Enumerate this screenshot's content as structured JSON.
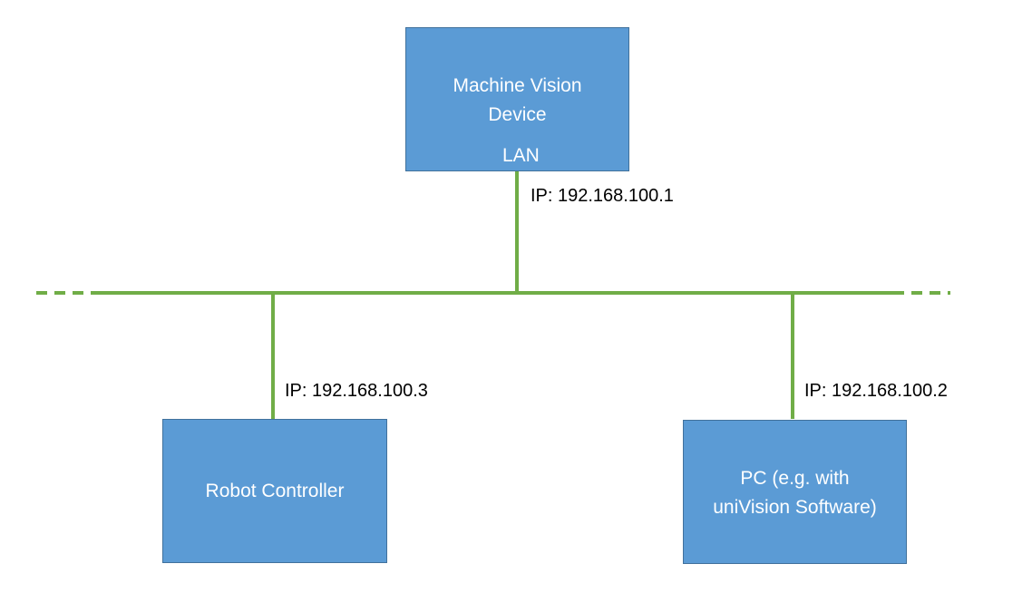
{
  "nodes": {
    "machine_vision": {
      "title_lines": [
        "Machine Vision",
        "Device"
      ],
      "port_label": "LAN",
      "ip_label": "IP: 192.168.100.1"
    },
    "robot_controller": {
      "title_lines": [
        "Robot Controller"
      ],
      "ip_label": "IP: 192.168.100.3"
    },
    "pc": {
      "title_lines": [
        "PC (e.g. with",
        "uniVision Software)"
      ],
      "ip_label": "IP: 192.168.100.2"
    }
  },
  "colors": {
    "box_fill": "#5b9bd5",
    "box_border": "#41719c",
    "box_text": "#ffffff",
    "network_line": "#70ad47"
  }
}
